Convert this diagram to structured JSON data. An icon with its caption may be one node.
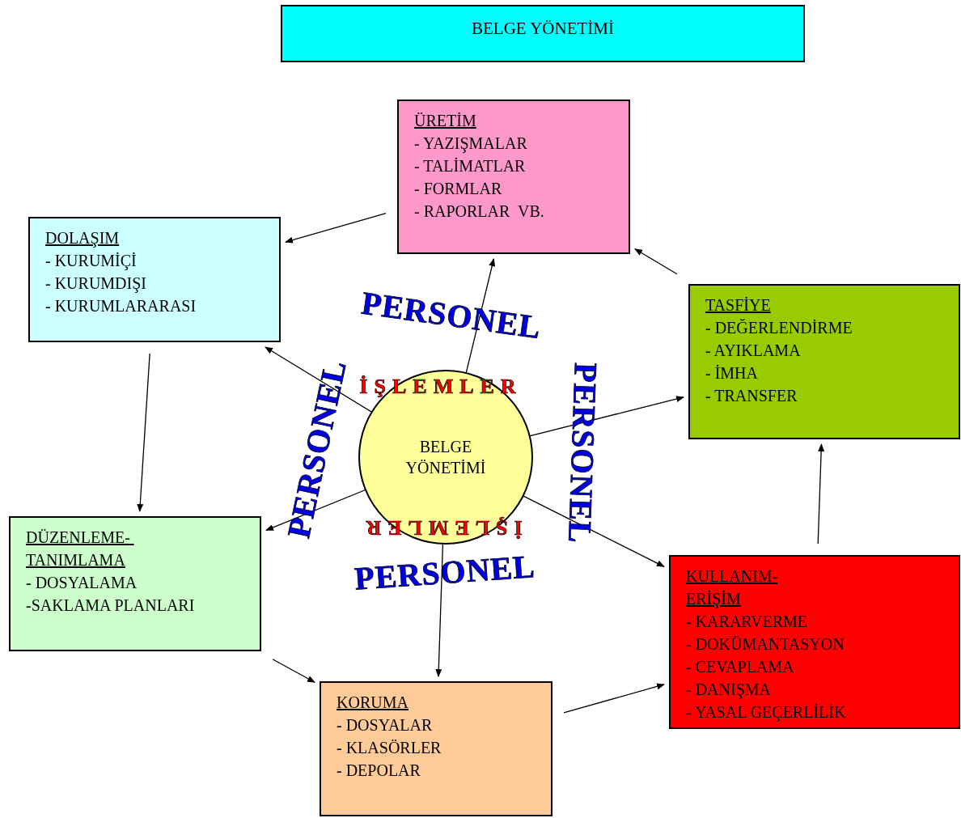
{
  "diagram": {
    "nodes": [
      {
        "text": [
          "BELGE YÖNETİMİ"
        ]
      },
      {
        "text": [
          "ÜRETİM",
          "- YAZIŞMALAR",
          "- TALİMATLAR",
          "- FORMLAR",
          "- RAPORLAR  VB."
        ]
      },
      {
        "text": [
          "DOLAŞIM",
          "- KURUMİÇİ",
          "- KURUMDIŞI",
          "- KURUMLARARASI"
        ]
      },
      {
        "text": [
          "TASFİYE",
          "- DEĞERLENDİRME",
          "- AYIKLAMA",
          "- İMHA",
          "- TRANSFER"
        ]
      },
      {
        "text": [
          "BELGE YÖNETİMİ"
        ]
      },
      {
        "text": [
          "DÜZENLEME- TANIMLAMA",
          "- DOSYALAMA",
          "-SAKLAMA PLANLARI"
        ]
      },
      {
        "text": [
          "KULLANIM-ERİŞİM",
          "- KARARVERME",
          "- DOKÜMANTASYON",
          "- CEVAPLAMA",
          "- DANIŞMA",
          "- YASAL GEÇERLİLİK"
        ]
      },
      {
        "text": [
          "KORUMA",
          "- DOSYALAR",
          "- KLASÖRLER",
          "- DEPOLAR"
        ]
      }
    ],
    "edges": [
      {
        "from": 1,
        "to": 2,
        "arrow": "to"
      },
      {
        "from": 2,
        "to": 5,
        "arrow": "to"
      },
      {
        "from": 5,
        "to": 7,
        "arrow": "to"
      },
      {
        "from": 7,
        "to": 6,
        "arrow": "to"
      },
      {
        "from": 6,
        "to": 3,
        "arrow": "to"
      },
      {
        "from": 3,
        "to": 1,
        "arrow": "to"
      },
      {
        "from": 4,
        "to": 1,
        "arrow": "to"
      },
      {
        "from": 4,
        "to": 2,
        "arrow": "to"
      },
      {
        "from": 4,
        "to": 3,
        "arrow": "to"
      },
      {
        "from": 4,
        "to": 5,
        "arrow": "to"
      },
      {
        "from": 4,
        "to": 7,
        "arrow": "to"
      },
      {
        "from": 4,
        "to": 6,
        "arrow": "to"
      }
    ],
    "labels": [
      "PERSONEL",
      "İŞLEMLER",
      "PERSONEL",
      "PERSONEL",
      "İŞLEMLER",
      "PERSONEL"
    ]
  }
}
